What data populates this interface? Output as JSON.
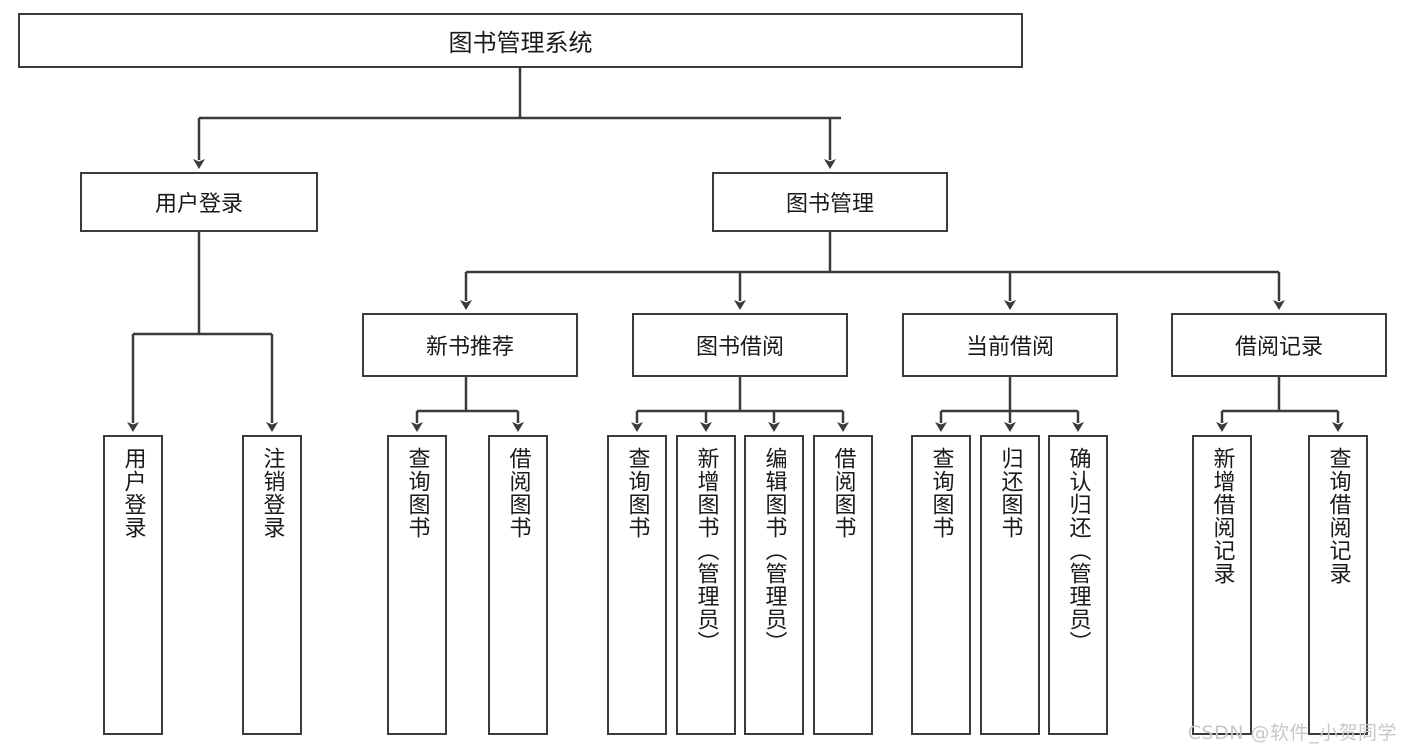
{
  "diagram": {
    "title": "图书管理系统",
    "type": "tree",
    "stroke_color": "#3b3b3b",
    "text_color": "#1a1a1a",
    "background": "#ffffff",
    "root": {
      "label": "图书管理系统"
    },
    "level1": [
      {
        "label": "用户登录"
      },
      {
        "label": "图书管理"
      }
    ],
    "level2": [
      {
        "label": "新书推荐"
      },
      {
        "label": "图书借阅"
      },
      {
        "label": "当前借阅"
      },
      {
        "label": "借阅记录"
      }
    ],
    "leaves": [
      {
        "label": "用户登录"
      },
      {
        "label": "注销登录"
      },
      {
        "label": "查询图书"
      },
      {
        "label": "借阅图书"
      },
      {
        "label": "查询图书"
      },
      {
        "label": "新增图书（管理员）"
      },
      {
        "label": "编辑图书（管理员）"
      },
      {
        "label": "借阅图书"
      },
      {
        "label": "查询图书"
      },
      {
        "label": "归还图书"
      },
      {
        "label": "确认归还（管理员）"
      },
      {
        "label": "新增借阅记录"
      },
      {
        "label": "查询借阅记录"
      }
    ]
  },
  "watermark": {
    "text": "CSDN @软件_小贺同学",
    "color": "#c8c8c8"
  }
}
